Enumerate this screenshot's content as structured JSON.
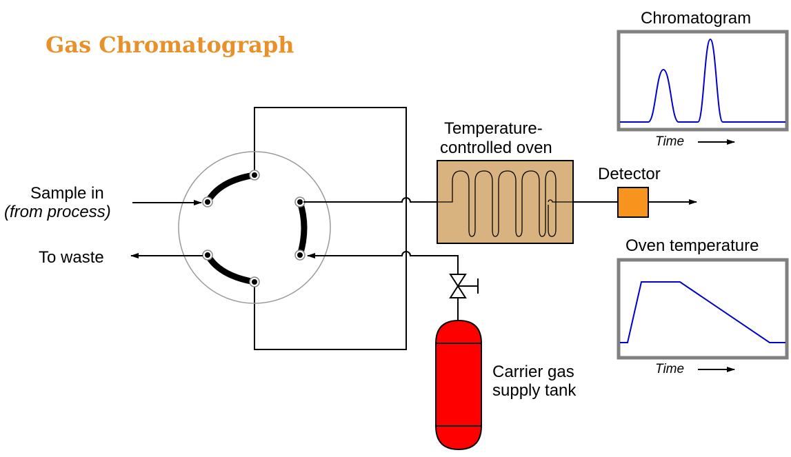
{
  "title": "Gas Chromatograph",
  "colors": {
    "title": "#e8912a",
    "oven_fill": "#d9b37f",
    "detector_fill": "#f7941d",
    "tank_fill": "#ff0000",
    "trace": "#0000cc",
    "panel_border": "#808080"
  },
  "labels": {
    "sample_in": "Sample in",
    "from_process": "(from process)",
    "to_waste": "To waste",
    "oven_line1": "Temperature-",
    "oven_line2": "controlled oven",
    "detector": "Detector",
    "carrier_line1": "Carrier gas",
    "carrier_line2": "supply tank"
  },
  "chromatogram": {
    "title": "Chromatogram",
    "x_label": "Time",
    "icon": "arrow-right-icon"
  },
  "oven_temperature": {
    "title": "Oven temperature",
    "x_label": "Time",
    "icon": "arrow-right-icon"
  }
}
